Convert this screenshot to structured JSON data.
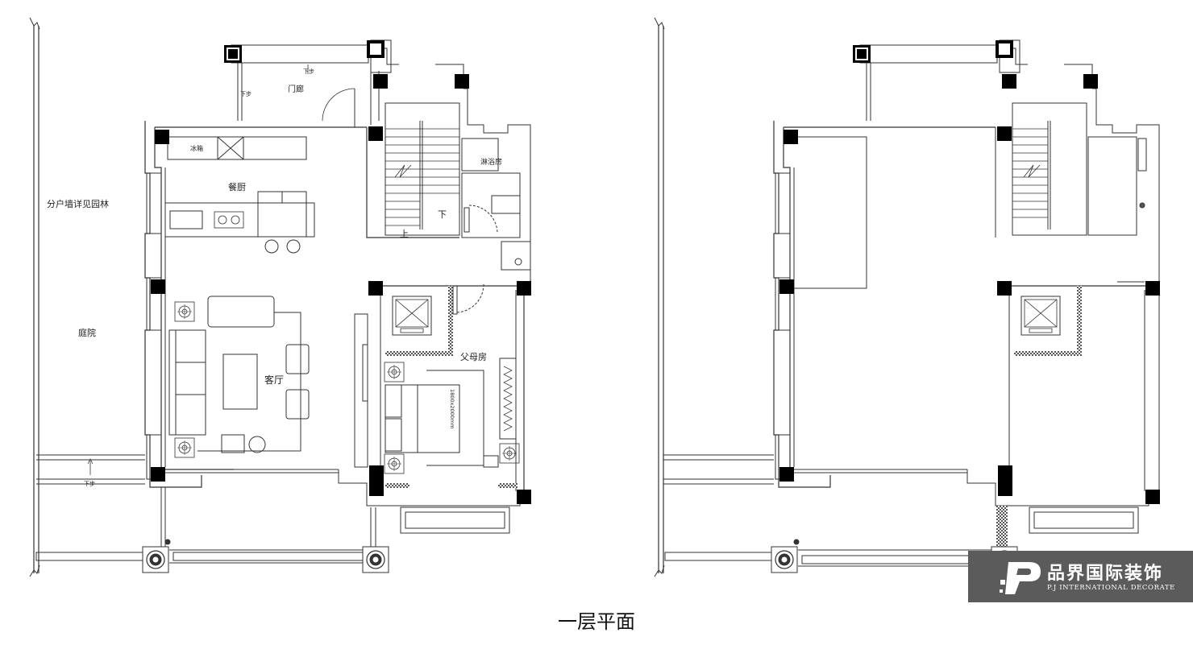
{
  "plan_title": "一层平面",
  "labels": {
    "porch": "门廊",
    "step_down_a": "下步",
    "step_down_b": "下步",
    "step_down_c": "下步",
    "fridge": "冰箱",
    "dining_kitchen": "餐厨",
    "stair_down": "下",
    "stair_up": "上",
    "shower": "淋浴房",
    "party_wall_note": "分户墙详见园林",
    "courtyard": "庭院",
    "living_room": "客厅",
    "parents_room": "父母房",
    "bed_size": "1800x2000mm"
  },
  "brand": {
    "name_cn": "品界国际装饰",
    "name_en": "P.J INTERNATIONAL DECORATE",
    "bg_color": "#5b5b5b",
    "logo_icon": "pj-logo-icon"
  },
  "colors": {
    "line": "#333333",
    "pillar": "#000000",
    "background": "#ffffff"
  }
}
